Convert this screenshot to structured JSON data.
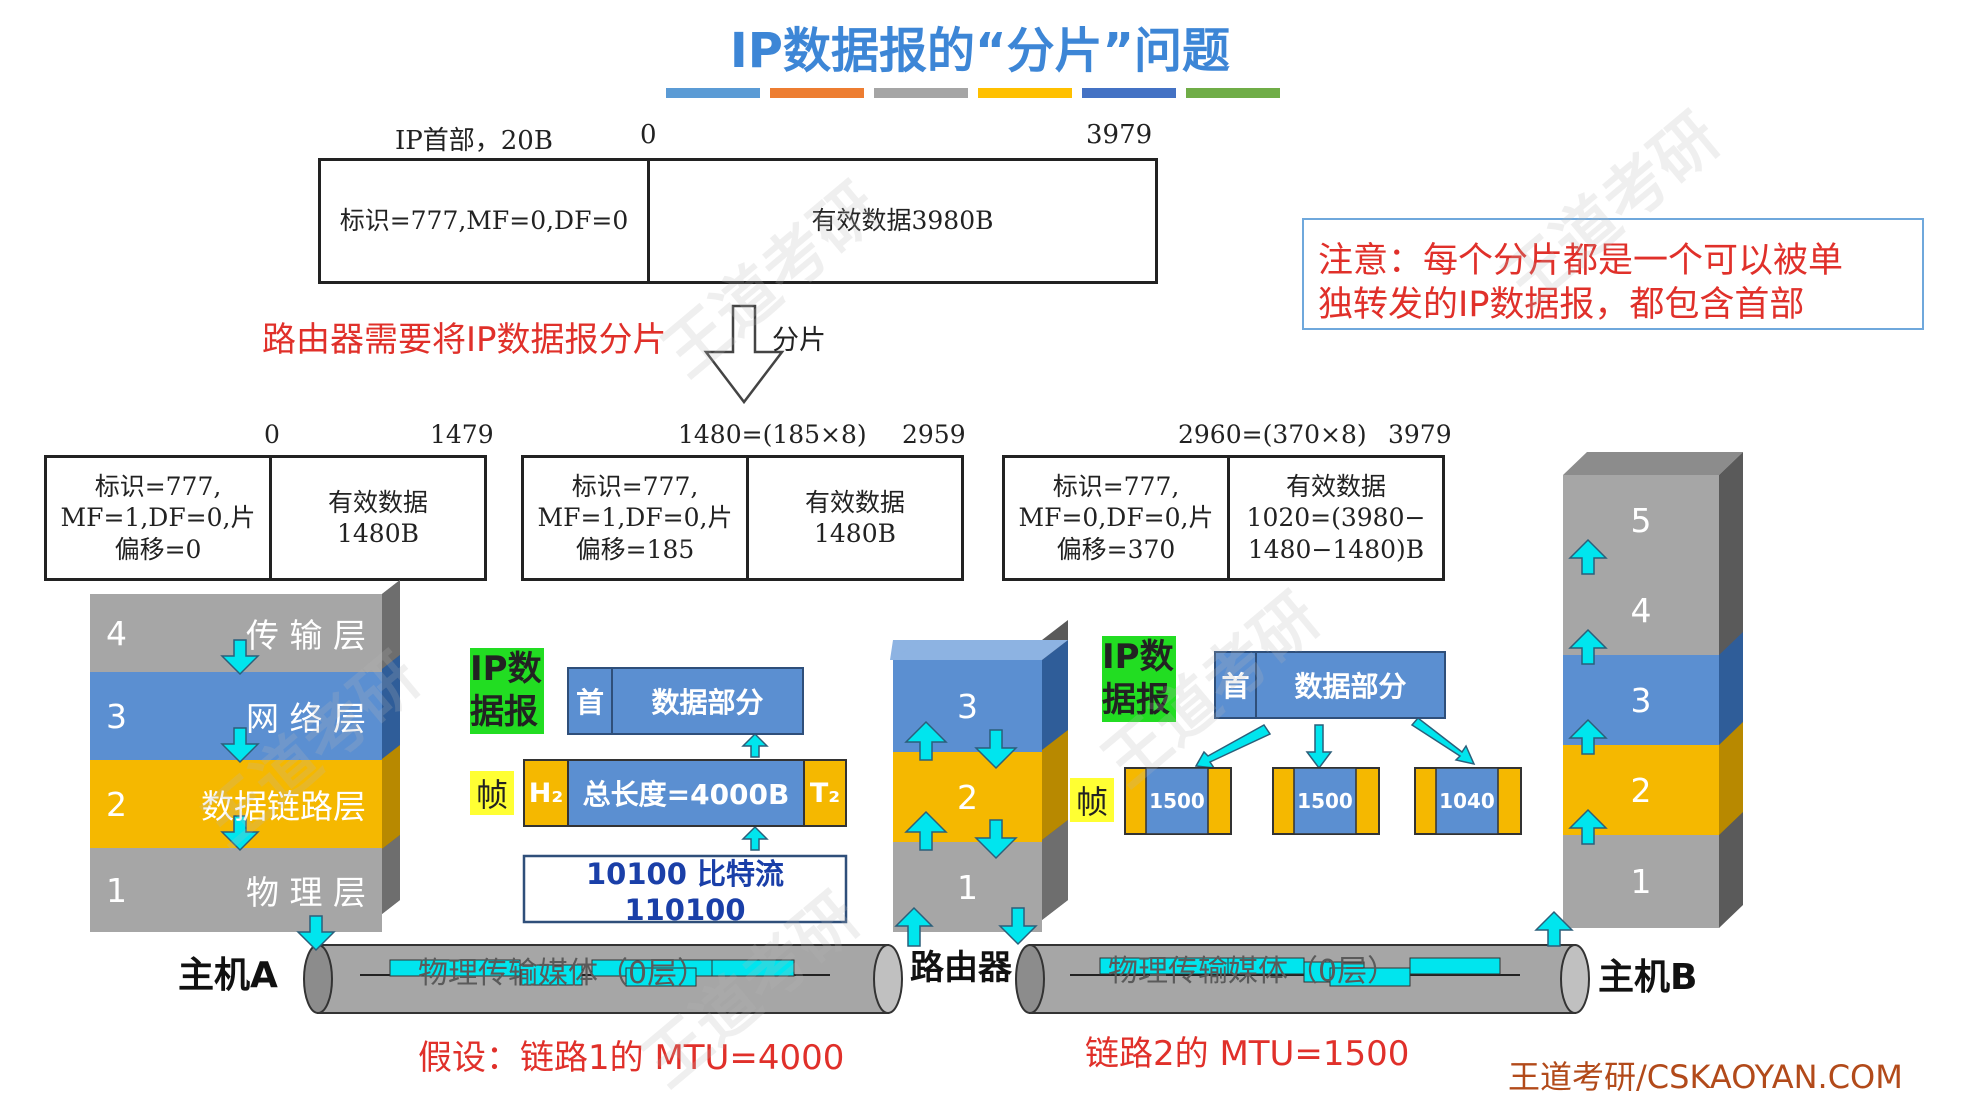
{
  "title": "IP数据报的“分片”问题",
  "colors": {
    "blue": "#5b8fd1",
    "orange": "#f07d2a",
    "gray": "#a6a6a6",
    "yellow": "#f5b800",
    "darkblue": "#4472c4",
    "green": "#70ad47",
    "red": "#e0302a",
    "cyan": "#00e5ee"
  },
  "original": {
    "label_header": "IP首部，20B",
    "label_start": "0",
    "label_end": "3979",
    "cell_header": "标识=777,MF=0,DF=0",
    "cell_data": "有效数据3980B"
  },
  "router_note": "路由器需要将IP数据报分片",
  "arrow_label": "分片",
  "note": {
    "line1": "注意：每个分片都是一个可以被单",
    "line2": "独转发的IP数据报，都包含首部"
  },
  "fragments": [
    {
      "label_start": "0",
      "label_end": "1479",
      "h1": "标识=777,",
      "h2": "MF=1,DF=0,片",
      "h3": "偏移=0",
      "d1": "有效数据",
      "d2": "1480B",
      "d3": ""
    },
    {
      "label_start": "1480=(185×8)",
      "label_end": "2959",
      "h1": "标识=777,",
      "h2": "MF=1,DF=0,片",
      "h3": "偏移=185",
      "d1": "有效数据",
      "d2": "1480B",
      "d3": ""
    },
    {
      "label_start": "2960=(370×8)",
      "label_end": "3979",
      "h1": "标识=777,",
      "h2": "MF=0,DF=0,片",
      "h3": "偏移=370",
      "d1": "有效数据",
      "d2": "1020=(3980−",
      "d3": "1480−1480)B"
    }
  ],
  "hostA": {
    "label": "主机A",
    "layers": [
      {
        "num": "4",
        "name": "传 输 层"
      },
      {
        "num": "3",
        "name": "网 络 层"
      },
      {
        "num": "2",
        "name": "数据链路层"
      },
      {
        "num": "1",
        "name": "物 理 层"
      }
    ]
  },
  "router": {
    "label": "路由器",
    "layers": [
      "3",
      "2",
      "1"
    ]
  },
  "hostB": {
    "label": "主机B",
    "layers": [
      "5",
      "4",
      "3",
      "2",
      "1"
    ]
  },
  "left_encap": {
    "ip_label": "IP数据报",
    "header": "首",
    "data": "数据部分",
    "frame_label": "帧",
    "h2": "H₂",
    "total": "总长度=4000B",
    "t2": "T₂",
    "bits": "10100 比特流 110100"
  },
  "right_encap": {
    "ip_label": "IP数据报",
    "header": "首",
    "data": "数据部分",
    "frame_label": "帧",
    "frames": [
      "1500",
      "1500",
      "1040"
    ]
  },
  "medium_label": "物理传输媒体（0层）",
  "link1": "假设：链路1的 MTU=4000",
  "link2": "链路2的 MTU=1500",
  "watermark": "王道考研",
  "brand": "王道考研/CSKAOYAN.COM"
}
